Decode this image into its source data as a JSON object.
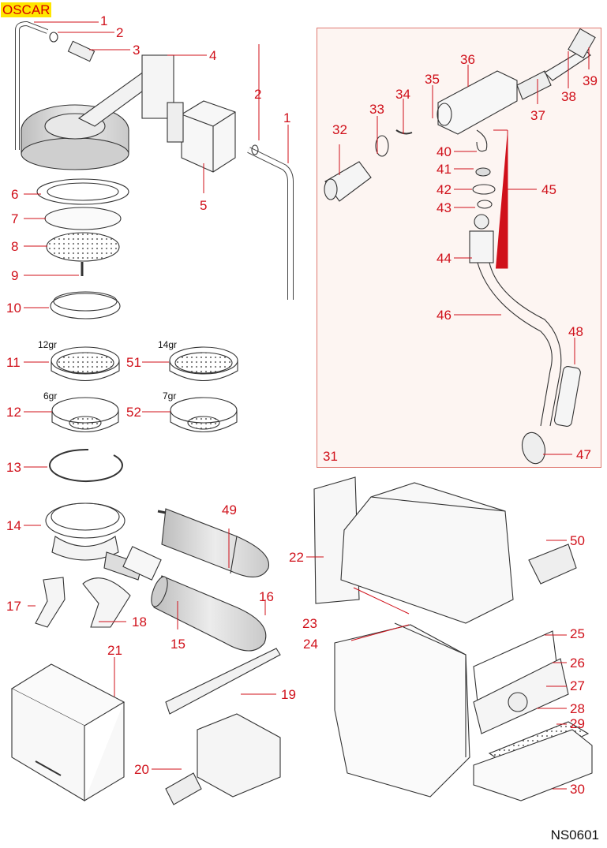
{
  "title": "OSCAR",
  "doc_code": "NS0601",
  "colors": {
    "callout": "#d0101a",
    "title_bg": "#ffe600",
    "title_fg": "#d40000",
    "box_border": "#e07a72",
    "box_bg": "#fdf5f2",
    "part_fill": "#e6e6e6",
    "part_stroke": "#333333"
  },
  "steam_group_label": "31",
  "callouts": [
    {
      "id": "1",
      "label": "1"
    },
    {
      "id": "2",
      "label": "2"
    },
    {
      "id": "3",
      "label": "3"
    },
    {
      "id": "4",
      "label": "4"
    },
    {
      "id": "2b",
      "label": "2"
    },
    {
      "id": "1b",
      "label": "1"
    },
    {
      "id": "5",
      "label": "5"
    },
    {
      "id": "6",
      "label": "6"
    },
    {
      "id": "7",
      "label": "7"
    },
    {
      "id": "8",
      "label": "8"
    },
    {
      "id": "9",
      "label": "9"
    },
    {
      "id": "10",
      "label": "10"
    },
    {
      "id": "11",
      "label": "11"
    },
    {
      "id": "51",
      "label": "51"
    },
    {
      "id": "12",
      "label": "12"
    },
    {
      "id": "52",
      "label": "52"
    },
    {
      "id": "13",
      "label": "13"
    },
    {
      "id": "14",
      "label": "14"
    },
    {
      "id": "49",
      "label": "49"
    },
    {
      "id": "16",
      "label": "16"
    },
    {
      "id": "17",
      "label": "17"
    },
    {
      "id": "18",
      "label": "18"
    },
    {
      "id": "15",
      "label": "15"
    },
    {
      "id": "21",
      "label": "21"
    },
    {
      "id": "19",
      "label": "19"
    },
    {
      "id": "20",
      "label": "20"
    },
    {
      "id": "32",
      "label": "32"
    },
    {
      "id": "33",
      "label": "33"
    },
    {
      "id": "34",
      "label": "34"
    },
    {
      "id": "35",
      "label": "35"
    },
    {
      "id": "36",
      "label": "36"
    },
    {
      "id": "37",
      "label": "37"
    },
    {
      "id": "38",
      "label": "38"
    },
    {
      "id": "39",
      "label": "39"
    },
    {
      "id": "40",
      "label": "40"
    },
    {
      "id": "41",
      "label": "41"
    },
    {
      "id": "42",
      "label": "42"
    },
    {
      "id": "43",
      "label": "43"
    },
    {
      "id": "44",
      "label": "44"
    },
    {
      "id": "45",
      "label": "45"
    },
    {
      "id": "46",
      "label": "46"
    },
    {
      "id": "47",
      "label": "47"
    },
    {
      "id": "48",
      "label": "48"
    },
    {
      "id": "22",
      "label": "22"
    },
    {
      "id": "23",
      "label": "23"
    },
    {
      "id": "24",
      "label": "24"
    },
    {
      "id": "50",
      "label": "50"
    },
    {
      "id": "25",
      "label": "25"
    },
    {
      "id": "26",
      "label": "26"
    },
    {
      "id": "27",
      "label": "27"
    },
    {
      "id": "28",
      "label": "28"
    },
    {
      "id": "29",
      "label": "29"
    },
    {
      "id": "30",
      "label": "30"
    }
  ],
  "basket_notes": {
    "b11": "12gr",
    "b51": "14gr",
    "b12": "6gr",
    "b52": "7gr"
  }
}
